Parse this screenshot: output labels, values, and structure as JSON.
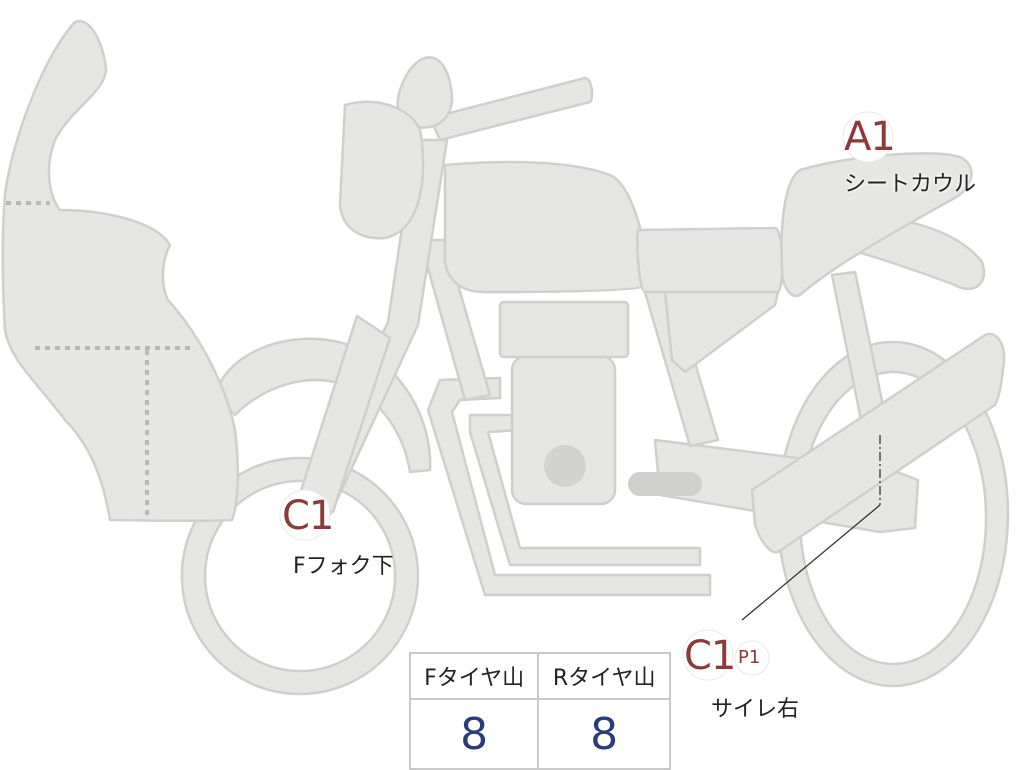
{
  "callouts": {
    "seat_cowl": {
      "code": "A1",
      "text": "シートカウル"
    },
    "front_fork": {
      "code": "C1",
      "text": "Fフォク下"
    },
    "muffler": {
      "code": "C1",
      "sub": "P1",
      "text": "サイレ右"
    }
  },
  "tire_table": {
    "headers": [
      "Fタイヤ山",
      "Rタイヤ山"
    ],
    "values": [
      "8",
      "8"
    ]
  },
  "colors": {
    "body_fill": "#e6e6e4",
    "body_stroke": "#cfcfcc",
    "code_red": "#8a3a3a",
    "value_blue": "#2a3d7a"
  }
}
